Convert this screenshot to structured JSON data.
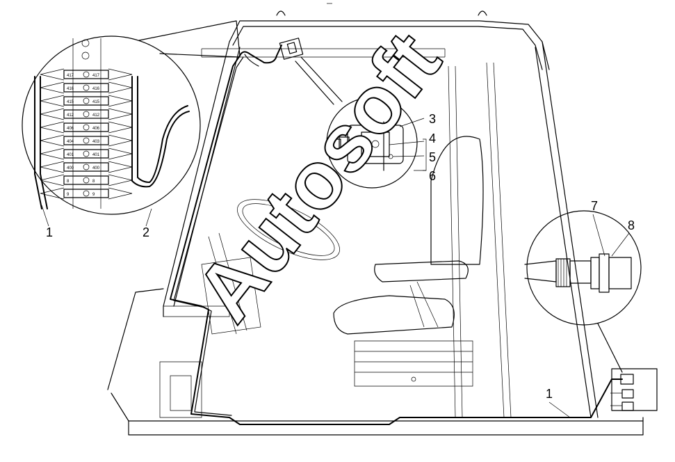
{
  "callouts": {
    "c1_left": "1",
    "c2": "2",
    "c3": "3",
    "c4": "4",
    "c5": "5",
    "c6": "6",
    "c7": "7",
    "c8": "8",
    "c1_bottom": "1"
  },
  "terminal_rows": [
    [
      "417",
      "417"
    ],
    [
      "416",
      "416"
    ],
    [
      "415",
      "415"
    ],
    [
      "412",
      "412"
    ],
    [
      "406",
      "406"
    ],
    [
      "404",
      "403"
    ],
    [
      "401",
      "401"
    ],
    [
      "400",
      "400"
    ],
    [
      "8",
      "8"
    ],
    [
      "9",
      "9"
    ]
  ],
  "watermark": "Autosoft"
}
